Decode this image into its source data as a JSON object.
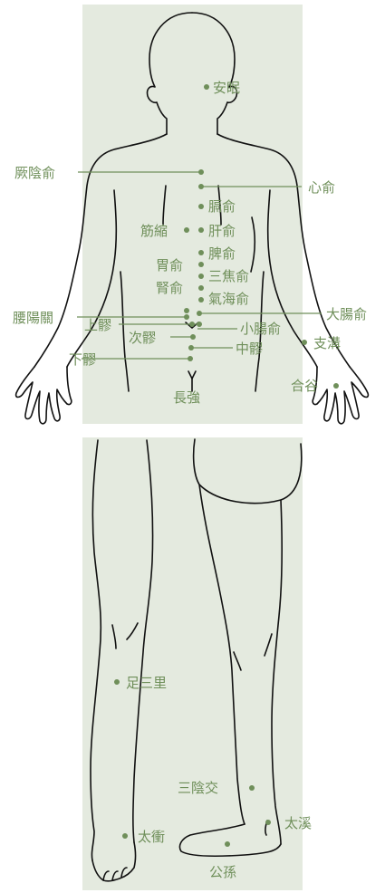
{
  "colors": {
    "panel": "#e4eadf",
    "accent": "#6f8f5a",
    "outline": "#111111"
  },
  "points": {
    "anmian": "安眠",
    "jueyinshu": "厥陰俞",
    "xinshu": "心俞",
    "geshu": "膈俞",
    "jinsuo": "筋縮",
    "ganshu": "肝俞",
    "pishu": "脾俞",
    "weishu": "胃俞",
    "sanjiaoshu": "三焦俞",
    "shenshu": "腎俞",
    "qihaishu": "氣海俞",
    "yaoyangguan": "腰陽關",
    "dachangshu": "大腸俞",
    "shangliao": "上髎",
    "xiaochangshu": "小腸俞",
    "ciliao": "次髎",
    "zhiguo": "支溝",
    "zhongliao": "中髎",
    "xialiao": "下髎",
    "hegu": "合谷",
    "changqiang": "長強",
    "zusanli": "足三里",
    "sanyinjiao": "三陰交",
    "taixi": "太溪",
    "taichong": "太衝",
    "gongsun": "公孫"
  }
}
